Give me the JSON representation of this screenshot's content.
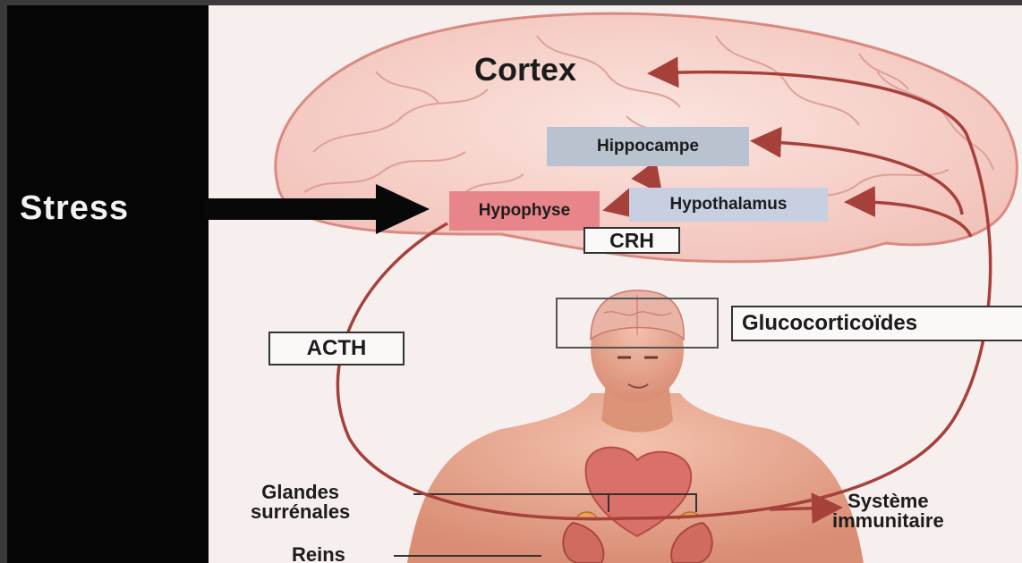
{
  "labels": {
    "stress": "Stress",
    "cortex": "Cortex",
    "hippocampe": "Hippocampe",
    "hypophyse": "Hypophyse",
    "hypothalamus": "Hypothalamus",
    "crh": "CRH",
    "acth": "ACTH",
    "glucocorticoides": "Glucocorticoïdes",
    "glandes_line1": "Glandes",
    "glandes_line2": "surrénales",
    "reins": "Reins",
    "systeme_line1": "Système",
    "systeme_line2": "immunitaire"
  },
  "colors": {
    "panel": "#050505",
    "paper": "#f7eeee",
    "brain": "#f6cfc8",
    "brain_outline": "#d98a80",
    "arrow": "#a6403a",
    "skin": "#e7a58f",
    "hippocampe_box": "#b9c3cf",
    "hypophyse_box": "#e8858a",
    "hypothalamus_box": "#c8cfe0"
  },
  "icons": [
    "brain-illustration",
    "human-torso-illustration",
    "heart-illustration",
    "kidney-illustration",
    "stress-arrow"
  ]
}
